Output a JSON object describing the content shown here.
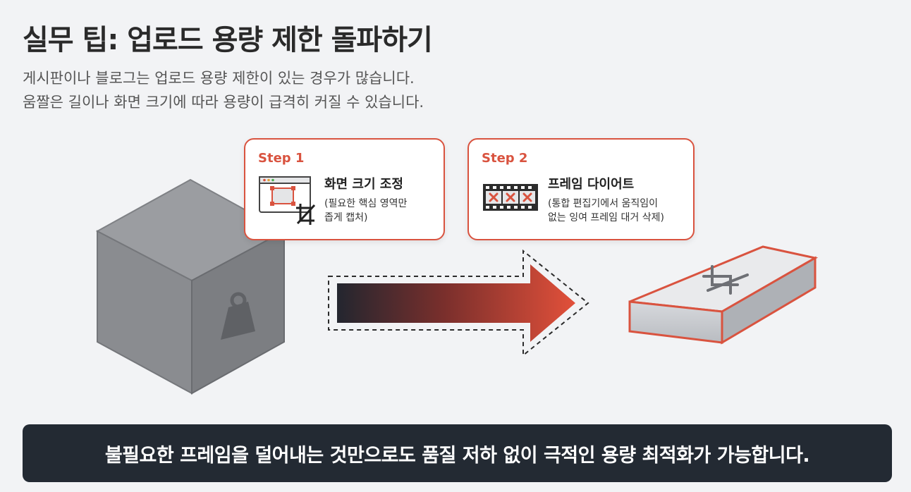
{
  "title": "실무 팁: 업로드 용량 제한 돌파하기",
  "subtitle": {
    "line1": "게시판이나 블로그는 업로드 용량 제한이 있는 경우가 많습니다.",
    "line2": "움짤은 길이나 화면 크기에 따라 용량이 급격히 커질 수 있습니다."
  },
  "steps": [
    {
      "label": "Step 1",
      "heading": "화면 크기 조정",
      "desc_line1": "(필요한 핵심 영역만",
      "desc_line2": "좁게 캡처)",
      "icon": "browser-crop-icon"
    },
    {
      "label": "Step 2",
      "heading": "프레임 다이어트",
      "desc_line1": "(통합 편집기에서 움직임이",
      "desc_line2": "없는 잉여 프레임 대거 삭제)",
      "icon": "film-strip-icon"
    }
  ],
  "illustration": {
    "heavy_icon": "weight-icon",
    "light_icon": "crop-icon",
    "arrow": "gradient-arrow"
  },
  "banner": "불필요한 프레임을 덜어내는 것만으로도 품질 저하 없이 극적인 용량 최적화가 가능합니다.",
  "colors": {
    "accent": "#d9533f",
    "banner_bg": "#232a33",
    "background": "#f2f3f5"
  }
}
